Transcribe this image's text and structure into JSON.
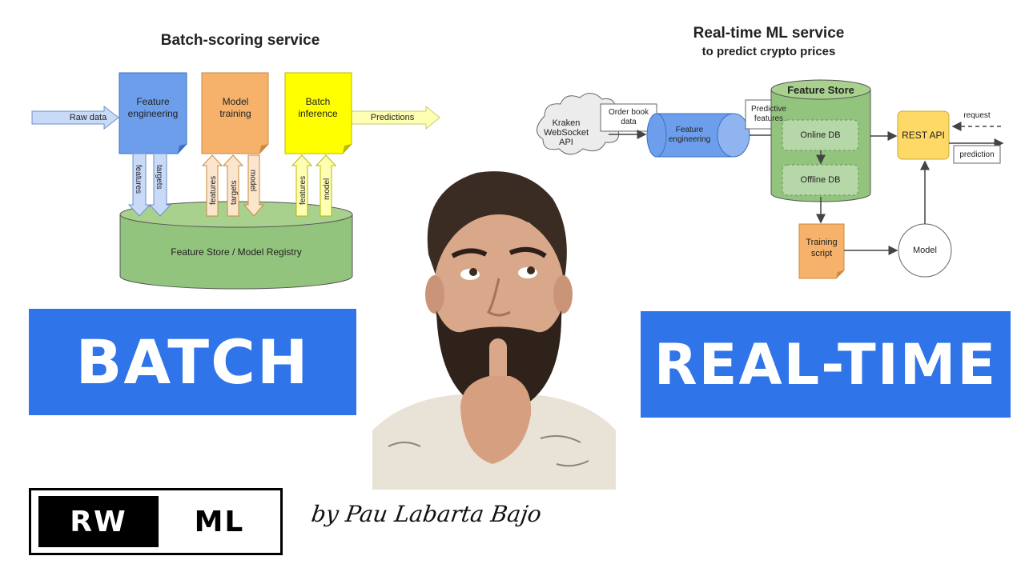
{
  "batch": {
    "title": "Batch-scoring service",
    "input_label": "Raw data",
    "feature_engineering": "Feature engineering",
    "model_training": "Model training",
    "batch_inference": "Batch inference",
    "output_label": "Predictions",
    "store_label": "Feature Store / Model Registry",
    "arrow_features_1": "features",
    "arrow_targets_1": "targets",
    "arrow_features_2": "features",
    "arrow_targets_2": "targets",
    "arrow_model_1": "model",
    "arrow_features_3": "features",
    "arrow_model_2": "model",
    "banner": "BATCH"
  },
  "realtime": {
    "title": "Real-time ML service",
    "subtitle": "to predict crypto prices",
    "cloud_label": "Kraken WebSocket API",
    "orderbook_label": "Order book data",
    "feature_engineering": "Feature engineering",
    "predictive_features": "Predictive features",
    "feature_store": "Feature Store",
    "online_db": "Online DB",
    "offline_db": "Offline DB",
    "rest_api": "REST API",
    "request": "request",
    "prediction": "prediction",
    "training_script": "Training script",
    "model": "Model",
    "banner": "REAL-TIME"
  },
  "logo": {
    "left": "RW",
    "right": "ML"
  },
  "byline": "by Pau Labarta Bajo",
  "colors": {
    "banner": "#2f74e8",
    "fe_blue": "#6d9eeb",
    "training_orange": "#f6b26b",
    "inference_yellow": "#ffff00",
    "store_green": "#93c47d",
    "api_yellow": "#ffd966"
  }
}
